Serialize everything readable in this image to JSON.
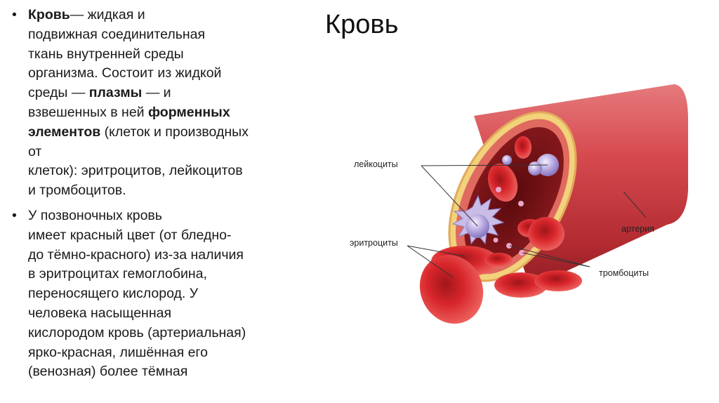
{
  "slide": {
    "title": "Кровь",
    "bullets": [
      {
        "bullet_char": "•",
        "lines": [
          [
            {
              "text": "Кровь",
              "bold": true
            },
            {
              "text": "— жидкая и",
              "bold": false
            }
          ],
          [
            {
              "text": "подвижная соединительная",
              "bold": false
            }
          ],
          [
            {
              "text": "ткань внутренней среды",
              "bold": false
            }
          ],
          [
            {
              "text": "организма. Состоит из жидкой",
              "bold": false
            }
          ],
          [
            {
              "text": "среды — ",
              "bold": false
            },
            {
              "text": "плазмы",
              "bold": true
            },
            {
              "text": " — и",
              "bold": false
            }
          ],
          [
            {
              "text": "взвешенных в ней ",
              "bold": false
            },
            {
              "text": "форменных",
              "bold": true
            }
          ],
          [
            {
              "text": "элементов",
              "bold": true
            },
            {
              "text": " (клеток и производных",
              "bold": false
            }
          ],
          [
            {
              "text": "от",
              "bold": false
            }
          ],
          [
            {
              "text": "клеток): эритроцитов, лейкоцитов",
              "bold": false
            }
          ],
          [
            {
              "text": "и тромбоцитов.",
              "bold": false
            }
          ]
        ]
      },
      {
        "bullet_char": "•",
        "lines": [
          [
            {
              "text": "У позвоночных кровь",
              "bold": false
            }
          ],
          [
            {
              "text": "имеет красный цвет (от бледно-",
              "bold": false
            }
          ],
          [
            {
              "text": "до тёмно-красного) из-за наличия",
              "bold": false
            }
          ],
          [
            {
              "text": "в эритроцитах гемоглобина,",
              "bold": false
            }
          ],
          [
            {
              "text": "переносящего кислород. У",
              "bold": false
            }
          ],
          [
            {
              "text": "человека насыщенная",
              "bold": false
            }
          ],
          [
            {
              "text": "кислородом кровь (артериальная)",
              "bold": false
            }
          ],
          [
            {
              "text": "ярко-красная, лишённая его",
              "bold": false
            }
          ],
          [
            {
              "text": "(венозная) более тёмная",
              "bold": false
            }
          ]
        ]
      }
    ]
  },
  "illustration": {
    "labels": {
      "leukocytes": "лейкоциты",
      "artery": "артерия",
      "erythrocytes": "эритроциты",
      "platelets": "тромбоциты"
    },
    "colors": {
      "vessel_wall": "#c8323a",
      "vessel_lumen": "#7a1014",
      "erythrocyte": "#d8262b",
      "leukocyte": "#a99ad6",
      "artery_outer_ring": "#f2d27a"
    }
  }
}
